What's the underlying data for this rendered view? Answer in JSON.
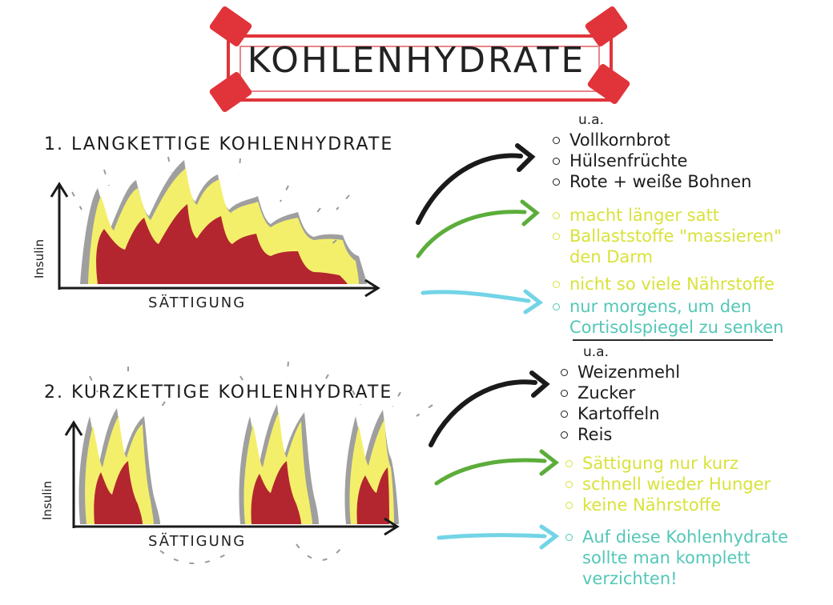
{
  "title": "KOHLENHYDRATE",
  "colors": {
    "banner_red": "#e0343a",
    "flame_red": "#b3262f",
    "flame_yellow": "#f4ef6b",
    "flame_shadow": "#8e8e8e",
    "arrow_black": "#1a1a1a",
    "arrow_green": "#5cad3a",
    "arrow_cyan": "#72d4e6",
    "text_yellow": "#d9e23a",
    "text_cyan": "#54c7b8"
  },
  "section1": {
    "heading": "1. LANGKETTIGE   KOHLENHYDRATE",
    "y_label": "Insulin",
    "x_label": "SÄTTIGUNG",
    "ua": "u.a.",
    "examples": [
      "Vollkornbrot",
      "Hülsenfrüchte",
      "Rote + weiße Bohnen"
    ],
    "benefits_line1": "macht länger satt",
    "benefits_line2": "Ballaststoffe \"massieren\"",
    "benefits_line3": "den Darm",
    "benefits_line4": "nicht so viele Nährstoffe",
    "tip_line1": "nur morgens, um den",
    "tip_line2": "Cortisolspiegel zu senken"
  },
  "section2": {
    "heading": "2. KURZKETTIGE   KOHLENHYDRATE",
    "y_label": "Insulin",
    "x_label": "SÄTTIGUNG",
    "ua": "u.a.",
    "examples": [
      "Weizenmehl",
      "Zucker",
      "Kartoffeln",
      "Reis"
    ],
    "effects": [
      "Sättigung nur kurz",
      "schnell wieder Hunger",
      "keine Nährstoffe"
    ],
    "tip_line1": "Auf diese Kohlenhydrate",
    "tip_line2": "sollte man komplett",
    "tip_line3": "verzichten!"
  }
}
